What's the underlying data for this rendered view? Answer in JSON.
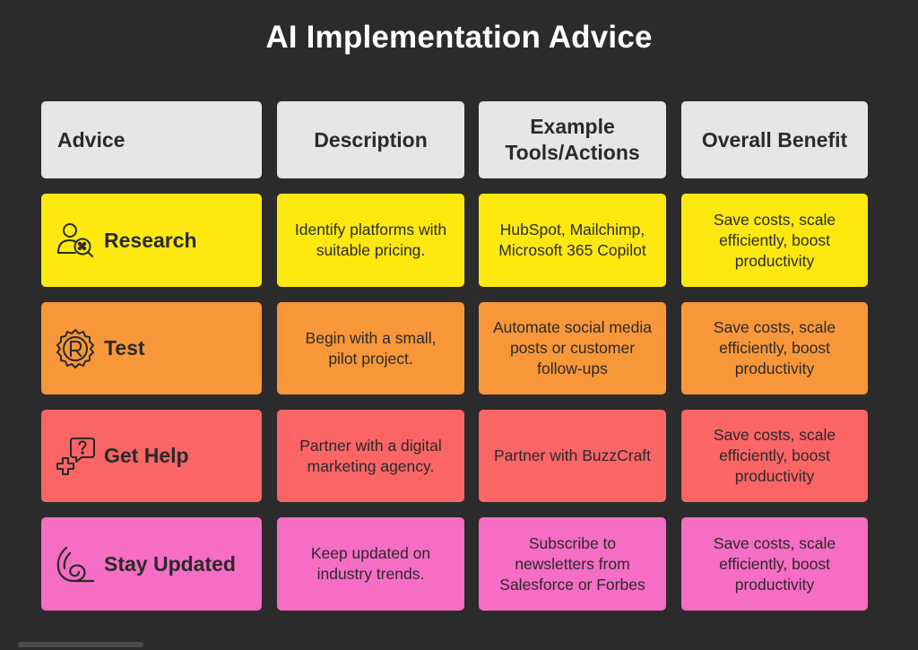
{
  "title": "AI Implementation Advice",
  "headers": [
    "Advice",
    "Description",
    "Example Tools/Actions",
    "Overall Benefit"
  ],
  "rows": [
    {
      "advice": "Research",
      "icon": "magnifier-person-icon",
      "color": "#fde910",
      "description": "Identify platforms with suitable pricing.",
      "tools": "HubSpot, Mailchimp, Microsoft 365 Copilot",
      "benefit": "Save costs, scale efficiently, boost productivity"
    },
    {
      "advice": "Test",
      "icon": "gear-badge-icon",
      "color": "#f7973a",
      "description": "Begin with a small, pilot project.",
      "tools": "Automate social media posts or customer follow-ups",
      "benefit": "Save costs, scale efficiently, boost productivity"
    },
    {
      "advice": "Get Help",
      "icon": "help-question-icon",
      "color": "#fb6566",
      "description": "Partner with a digital marketing agency.",
      "tools": "Partner with BuzzCraft",
      "benefit": "Save costs, scale efficiently, boost productivity"
    },
    {
      "advice": "Stay Updated",
      "icon": "spiral-update-icon",
      "color": "#f56dc4",
      "description": "Keep updated on industry trends.",
      "tools": "Subscribe to newsletters from Salesforce or Forbes",
      "benefit": "Save costs, scale efficiently, boost productivity"
    }
  ],
  "header_color": "#e6e6e6",
  "background_color": "#2b2b2b"
}
